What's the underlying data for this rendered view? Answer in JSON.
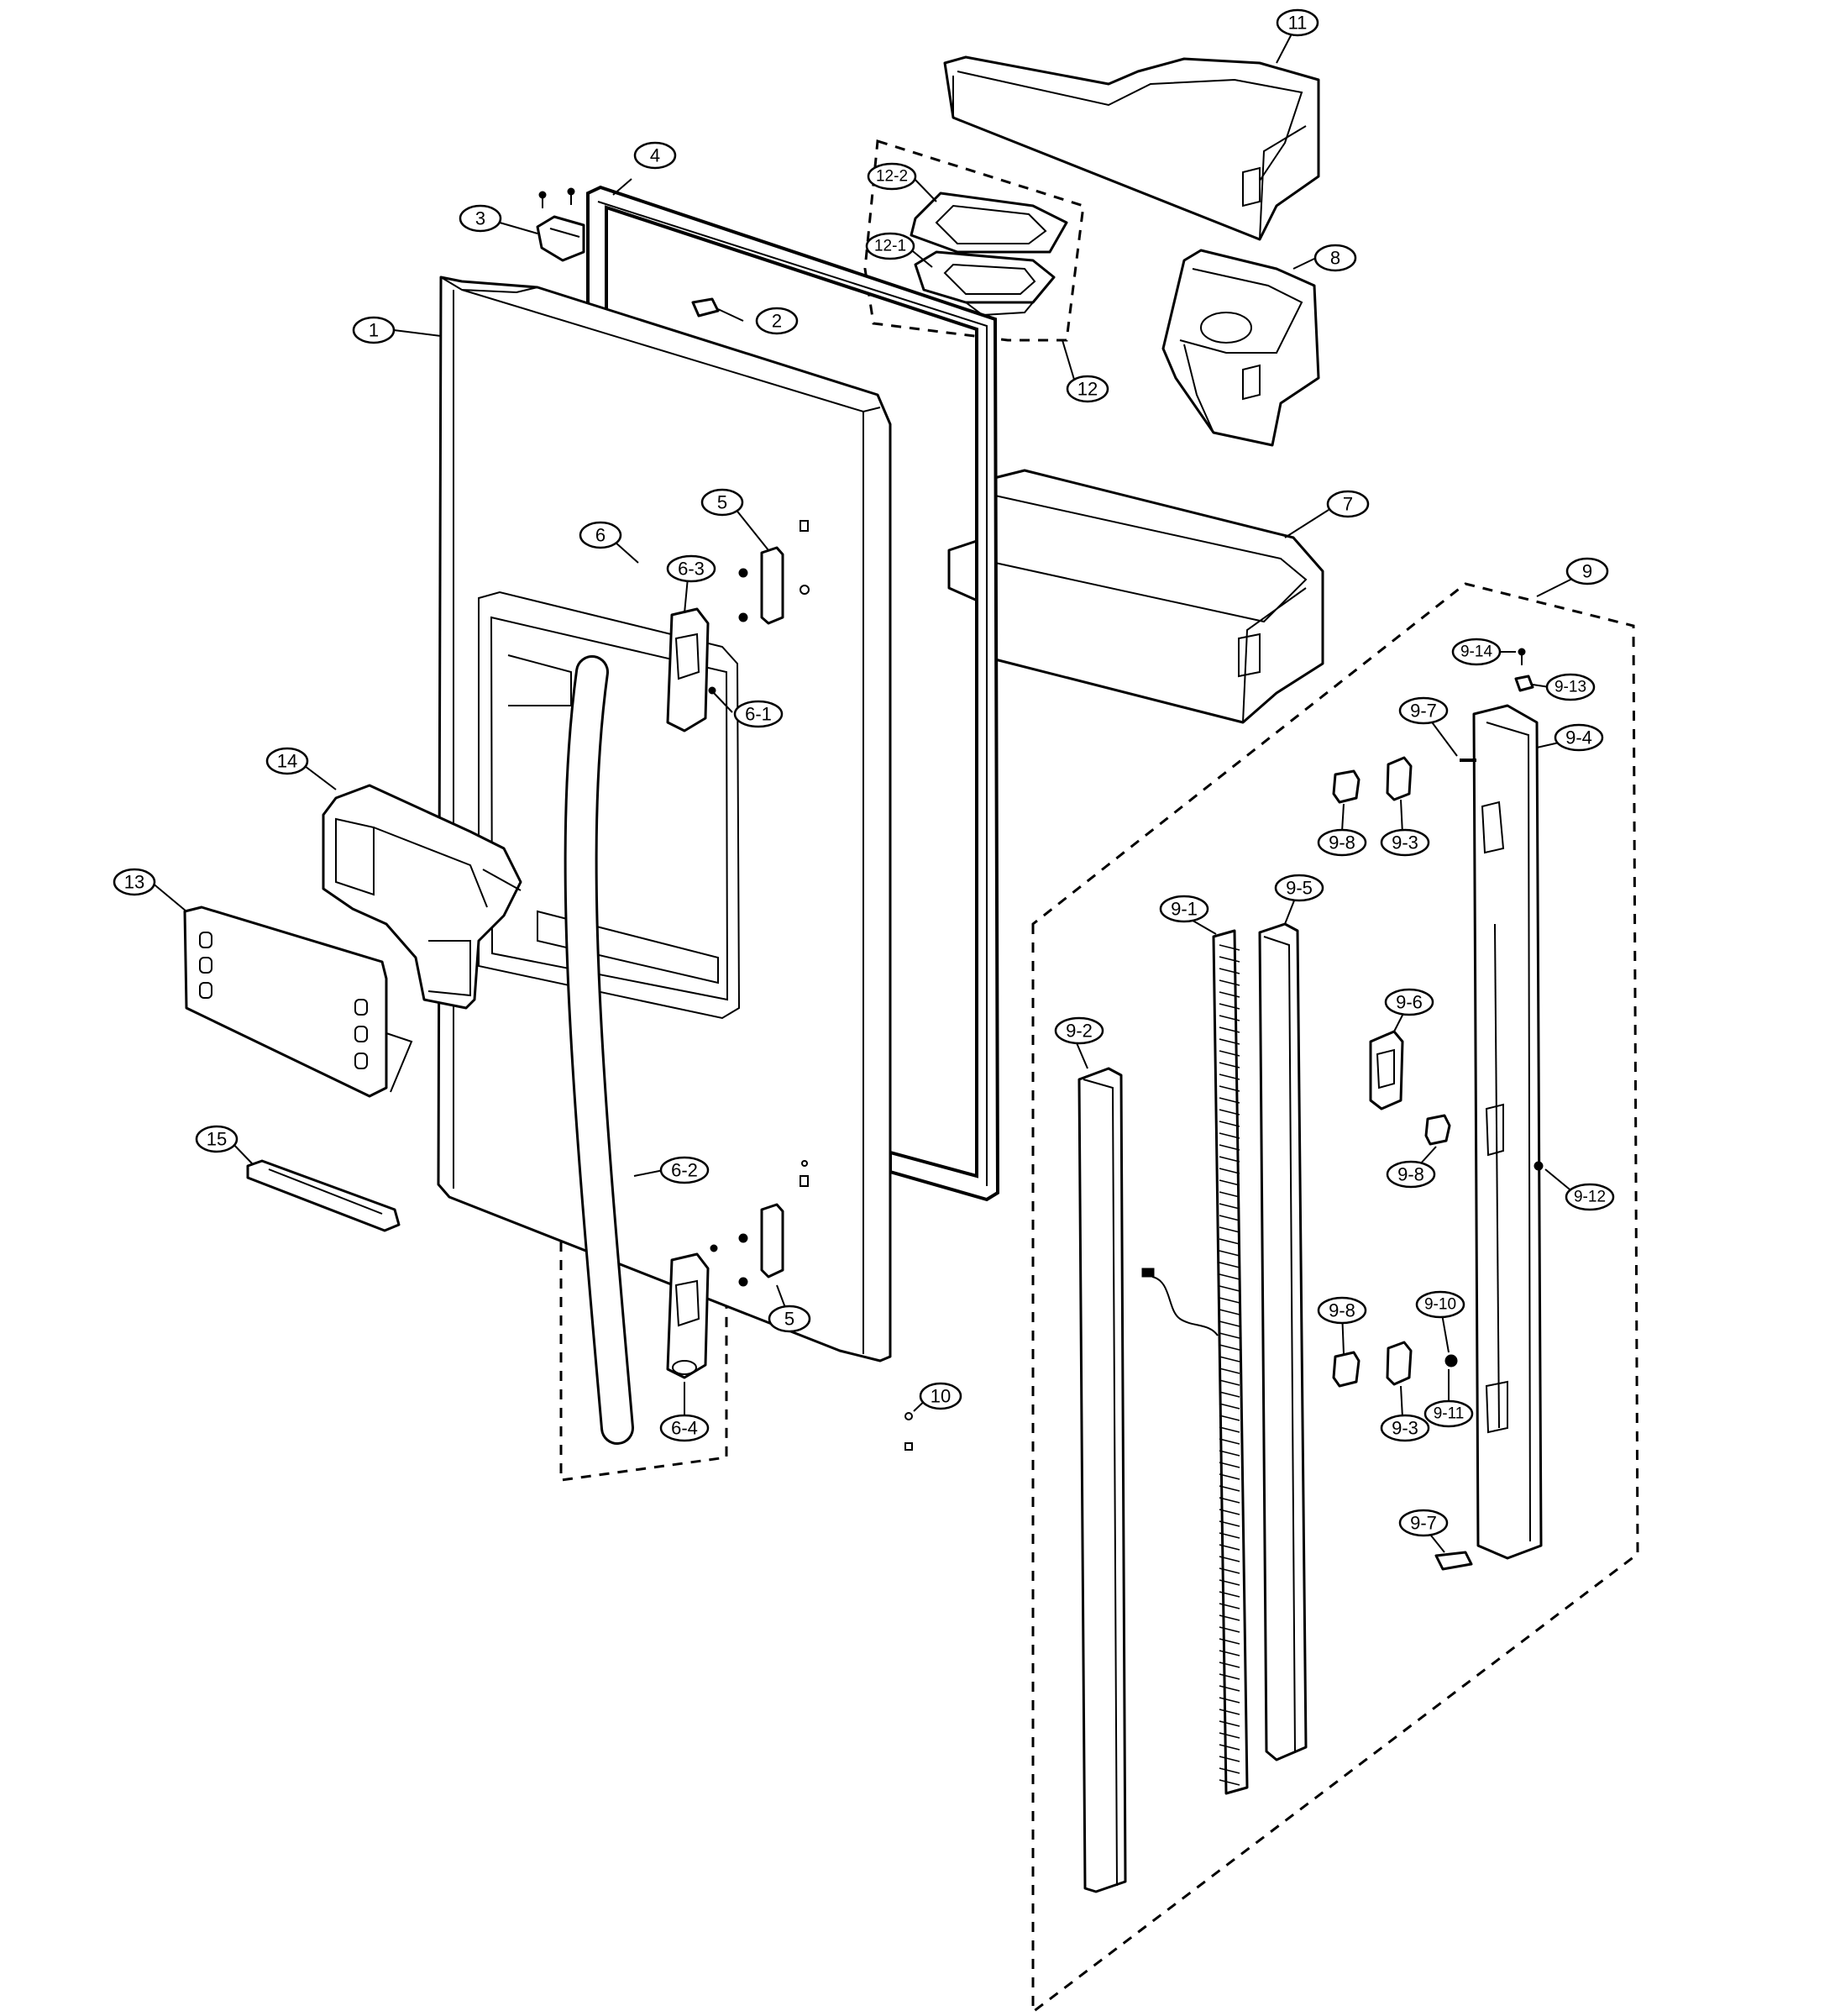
{
  "callouts": [
    {
      "id": "1",
      "label": "1"
    },
    {
      "id": "2",
      "label": "2"
    },
    {
      "id": "3",
      "label": "3"
    },
    {
      "id": "4",
      "label": "4"
    },
    {
      "id": "5a",
      "label": "5"
    },
    {
      "id": "5b",
      "label": "5"
    },
    {
      "id": "6",
      "label": "6"
    },
    {
      "id": "6-1",
      "label": "6-1"
    },
    {
      "id": "6-2",
      "label": "6-2"
    },
    {
      "id": "6-3",
      "label": "6-3"
    },
    {
      "id": "6-4",
      "label": "6-4"
    },
    {
      "id": "7",
      "label": "7"
    },
    {
      "id": "8",
      "label": "8"
    },
    {
      "id": "9",
      "label": "9"
    },
    {
      "id": "9-1",
      "label": "9-1"
    },
    {
      "id": "9-2",
      "label": "9-2"
    },
    {
      "id": "9-3a",
      "label": "9-3"
    },
    {
      "id": "9-3b",
      "label": "9-3"
    },
    {
      "id": "9-4",
      "label": "9-4"
    },
    {
      "id": "9-5",
      "label": "9-5"
    },
    {
      "id": "9-6",
      "label": "9-6"
    },
    {
      "id": "9-7a",
      "label": "9-7"
    },
    {
      "id": "9-7b",
      "label": "9-7"
    },
    {
      "id": "9-8a",
      "label": "9-8"
    },
    {
      "id": "9-8b",
      "label": "9-8"
    },
    {
      "id": "9-8c",
      "label": "9-8"
    },
    {
      "id": "9-10",
      "label": "9-10"
    },
    {
      "id": "9-11",
      "label": "9-11"
    },
    {
      "id": "9-12",
      "label": "9-12"
    },
    {
      "id": "9-13",
      "label": "9-13"
    },
    {
      "id": "9-14",
      "label": "9-14"
    },
    {
      "id": "10",
      "label": "10"
    },
    {
      "id": "11",
      "label": "11"
    },
    {
      "id": "12",
      "label": "12"
    },
    {
      "id": "12-1",
      "label": "12-1"
    },
    {
      "id": "12-2",
      "label": "12-2"
    },
    {
      "id": "13",
      "label": "13"
    },
    {
      "id": "14",
      "label": "14"
    },
    {
      "id": "15",
      "label": "15"
    }
  ]
}
